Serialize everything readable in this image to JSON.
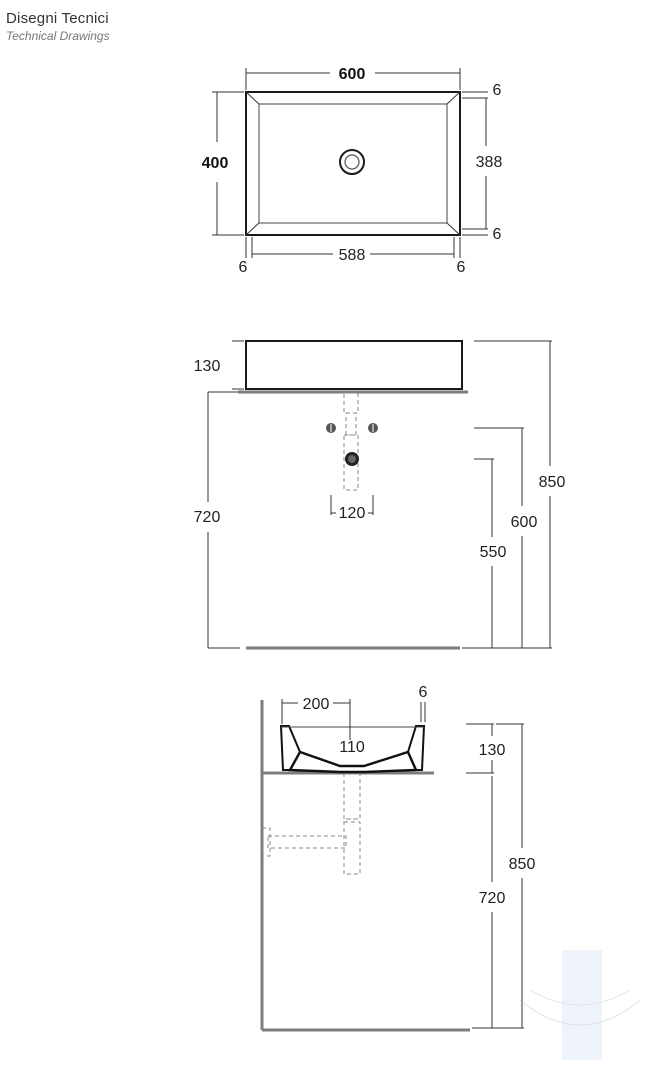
{
  "header": {
    "title": "Disegni Tecnici",
    "subtitle": "Technical Drawings"
  },
  "top_view": {
    "width_label": "600",
    "depth_label": "400",
    "inner_depth_label": "388",
    "rim_top_label": "6",
    "rim_bottom_label": "6",
    "inner_width_label": "588",
    "rim_left_label": "6",
    "rim_right_label": "6"
  },
  "front_view": {
    "basin_height_label": "130",
    "counter_height_label": "720",
    "total_height_label": "850",
    "tap_height_label": "600",
    "waste_height_label": "550",
    "spacing_label": "120"
  },
  "side_view": {
    "inner_width_label": "200",
    "rim_label": "6",
    "depth_label": "110",
    "basin_height_label": "130",
    "counter_height_label": "720",
    "total_height_label": "850"
  }
}
